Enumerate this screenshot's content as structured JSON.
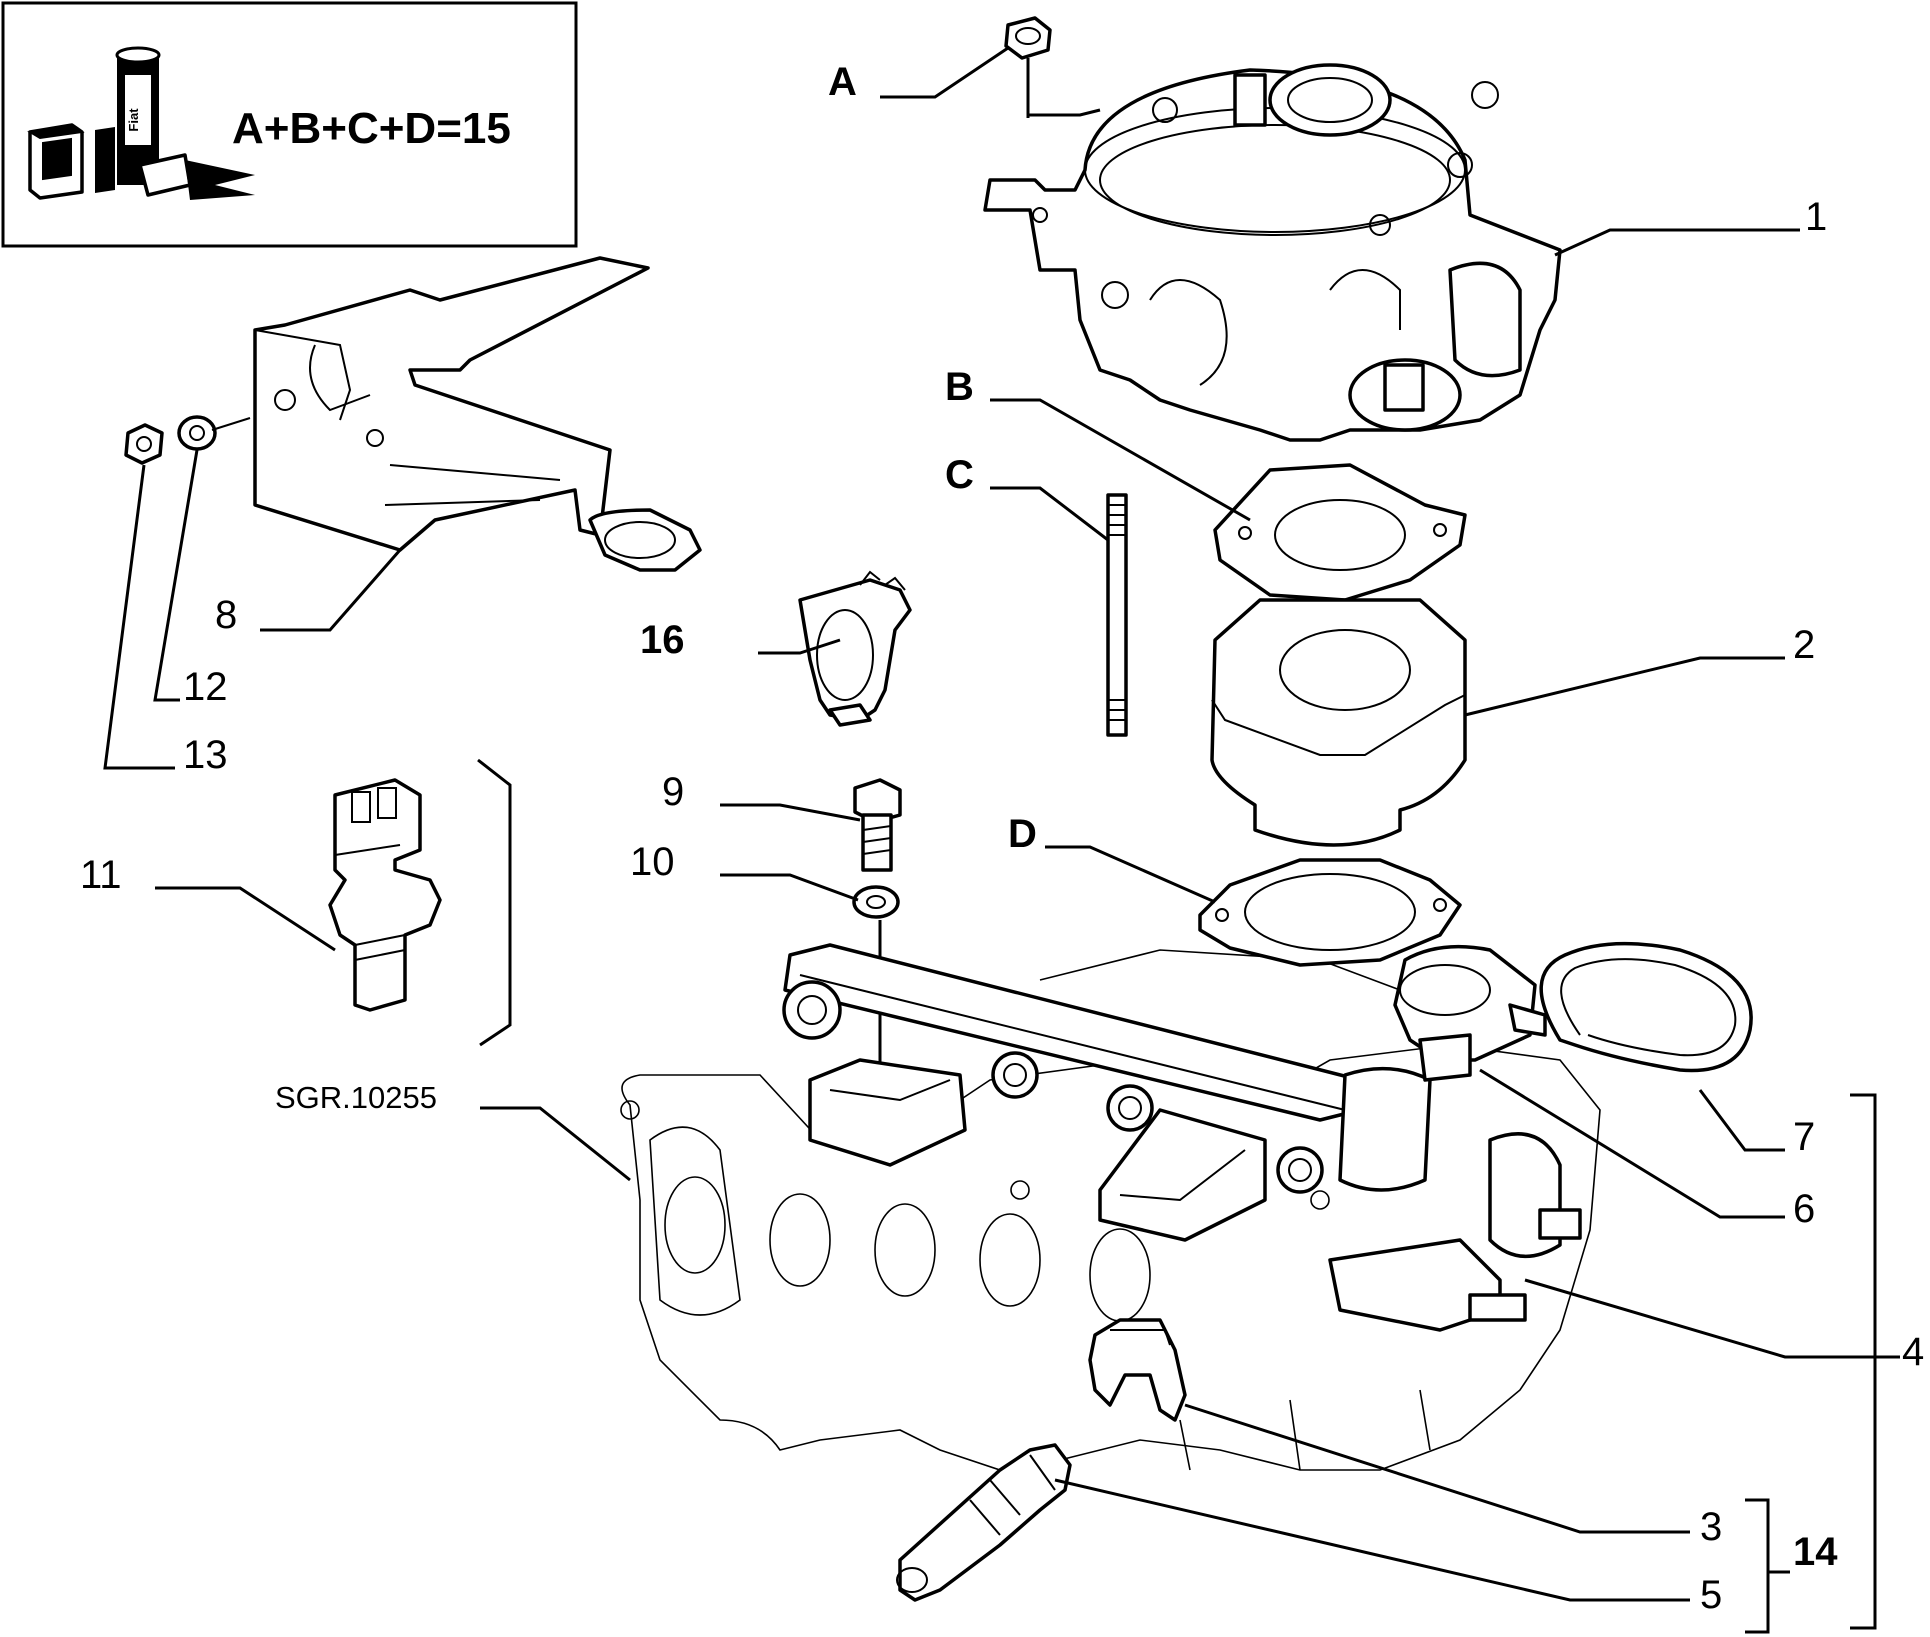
{
  "diagram": {
    "inset_formula": "A+B+C+D=15",
    "inset_can_text": "Fiat",
    "drawing_ref": "SGR.10255",
    "callouts": {
      "A": "A",
      "B": "B",
      "C": "C",
      "D": "D",
      "n1": "1",
      "n2": "2",
      "n3": "3",
      "n4": "4",
      "n5": "5",
      "n6": "6",
      "n7": "7",
      "n8": "8",
      "n9": "9",
      "n10": "10",
      "n11": "11",
      "n12": "12",
      "n13": "13",
      "n14": "14",
      "n16": "16"
    }
  }
}
